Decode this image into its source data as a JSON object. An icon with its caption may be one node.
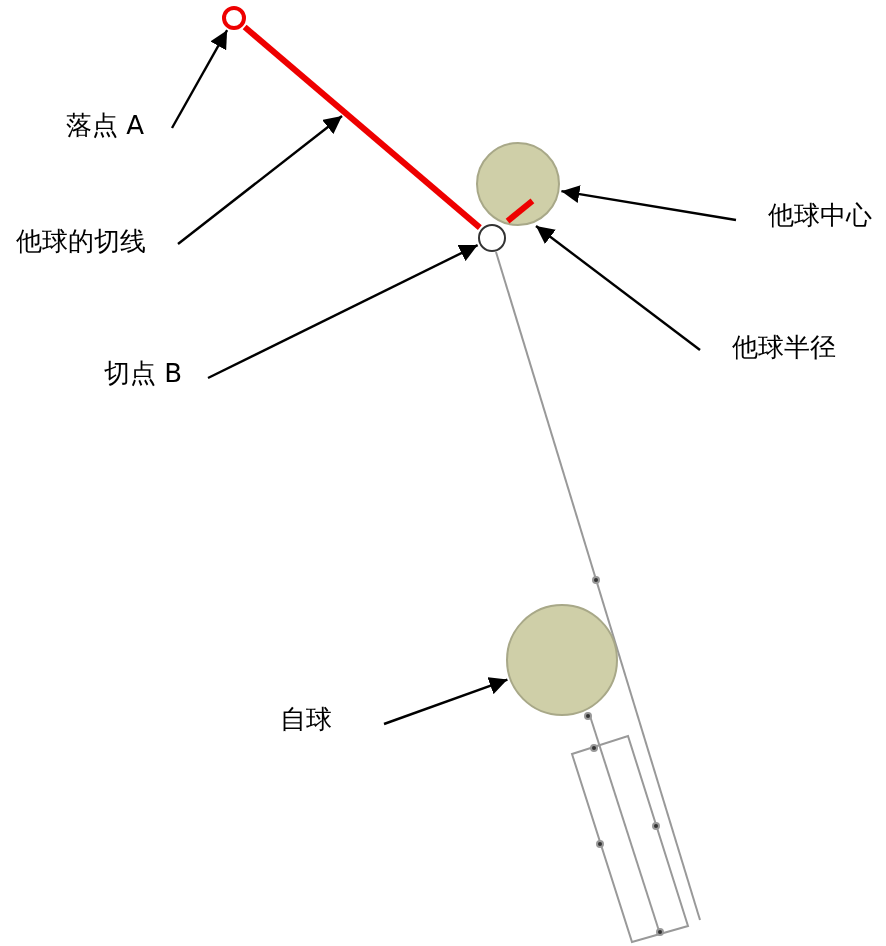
{
  "diagram": {
    "nodes": [
      {
        "text": [
          "落点 A"
        ]
      },
      {
        "text": [],
        "shape": "circle"
      },
      {
        "text": [
          "他球的切线"
        ]
      },
      {
        "text": [
          "他球中心"
        ]
      },
      {
        "text": [],
        "shape": "circle"
      },
      {
        "text": [
          "他球半径"
        ]
      },
      {
        "text": [
          "切点 B"
        ]
      },
      {
        "text": [],
        "shape": "circle"
      },
      {
        "text": [
          "自球"
        ]
      },
      {
        "text": [],
        "shape": "circle"
      },
      {
        "text": [],
        "shape": "bar",
        "in": 4
      }
    ],
    "edges": [
      {
        "from": 0,
        "to": 1,
        "arrow": "to"
      },
      {
        "from": 2,
        "to": null,
        "arrow": "to"
      },
      {
        "from": 3,
        "to": 4,
        "arrow": "to"
      },
      {
        "from": 5,
        "to": 10,
        "arrow": "to"
      },
      {
        "from": 6,
        "to": 7,
        "arrow": "to"
      },
      {
        "from": 8,
        "to": 9,
        "arrow": "to"
      },
      {
        "from": 1,
        "to": 7,
        "arrow": "none",
        "style": "thick",
        "color": "#ee0000"
      }
    ]
  }
}
